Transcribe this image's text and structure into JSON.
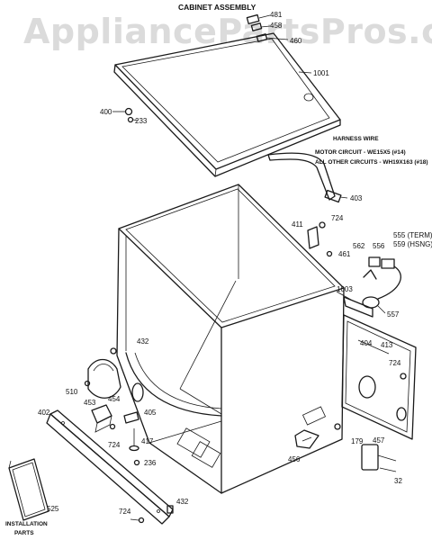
{
  "watermark": "AppliancePartsPros.com",
  "title": "CABINET ASSEMBLY",
  "harness": {
    "heading": "HARNESS WIRE",
    "line1": "MOTOR CIRCUIT - WE15X5 (#14)",
    "line2": "ALL OTHER CIRCUITS - WH19X163 (#18)"
  },
  "installation": "INSTALLATION",
  "parts": "PARTS",
  "labels": {
    "p481": "481",
    "p458": "458",
    "p460": "460",
    "p1001": "1001",
    "p400": "400",
    "p233": "233",
    "p403": "403",
    "p411": "411",
    "p724a": "724",
    "p461": "461",
    "p562": "562",
    "p556": "556",
    "p555": "555 (TERM)",
    "p559": "559 (HSNG)",
    "p1003": "1003",
    "p557": "557",
    "p404": "404",
    "p413": "413",
    "p724b": "724",
    "p432a": "432",
    "p510": "510",
    "p454": "454",
    "p453": "453",
    "p402": "402",
    "p405": "405",
    "p417": "417",
    "p724c": "724",
    "p236": "236",
    "p456": "456",
    "p179": "179",
    "p457": "457",
    "p32": "32",
    "p525": "525",
    "p724d": "724",
    "p432b": "432"
  }
}
